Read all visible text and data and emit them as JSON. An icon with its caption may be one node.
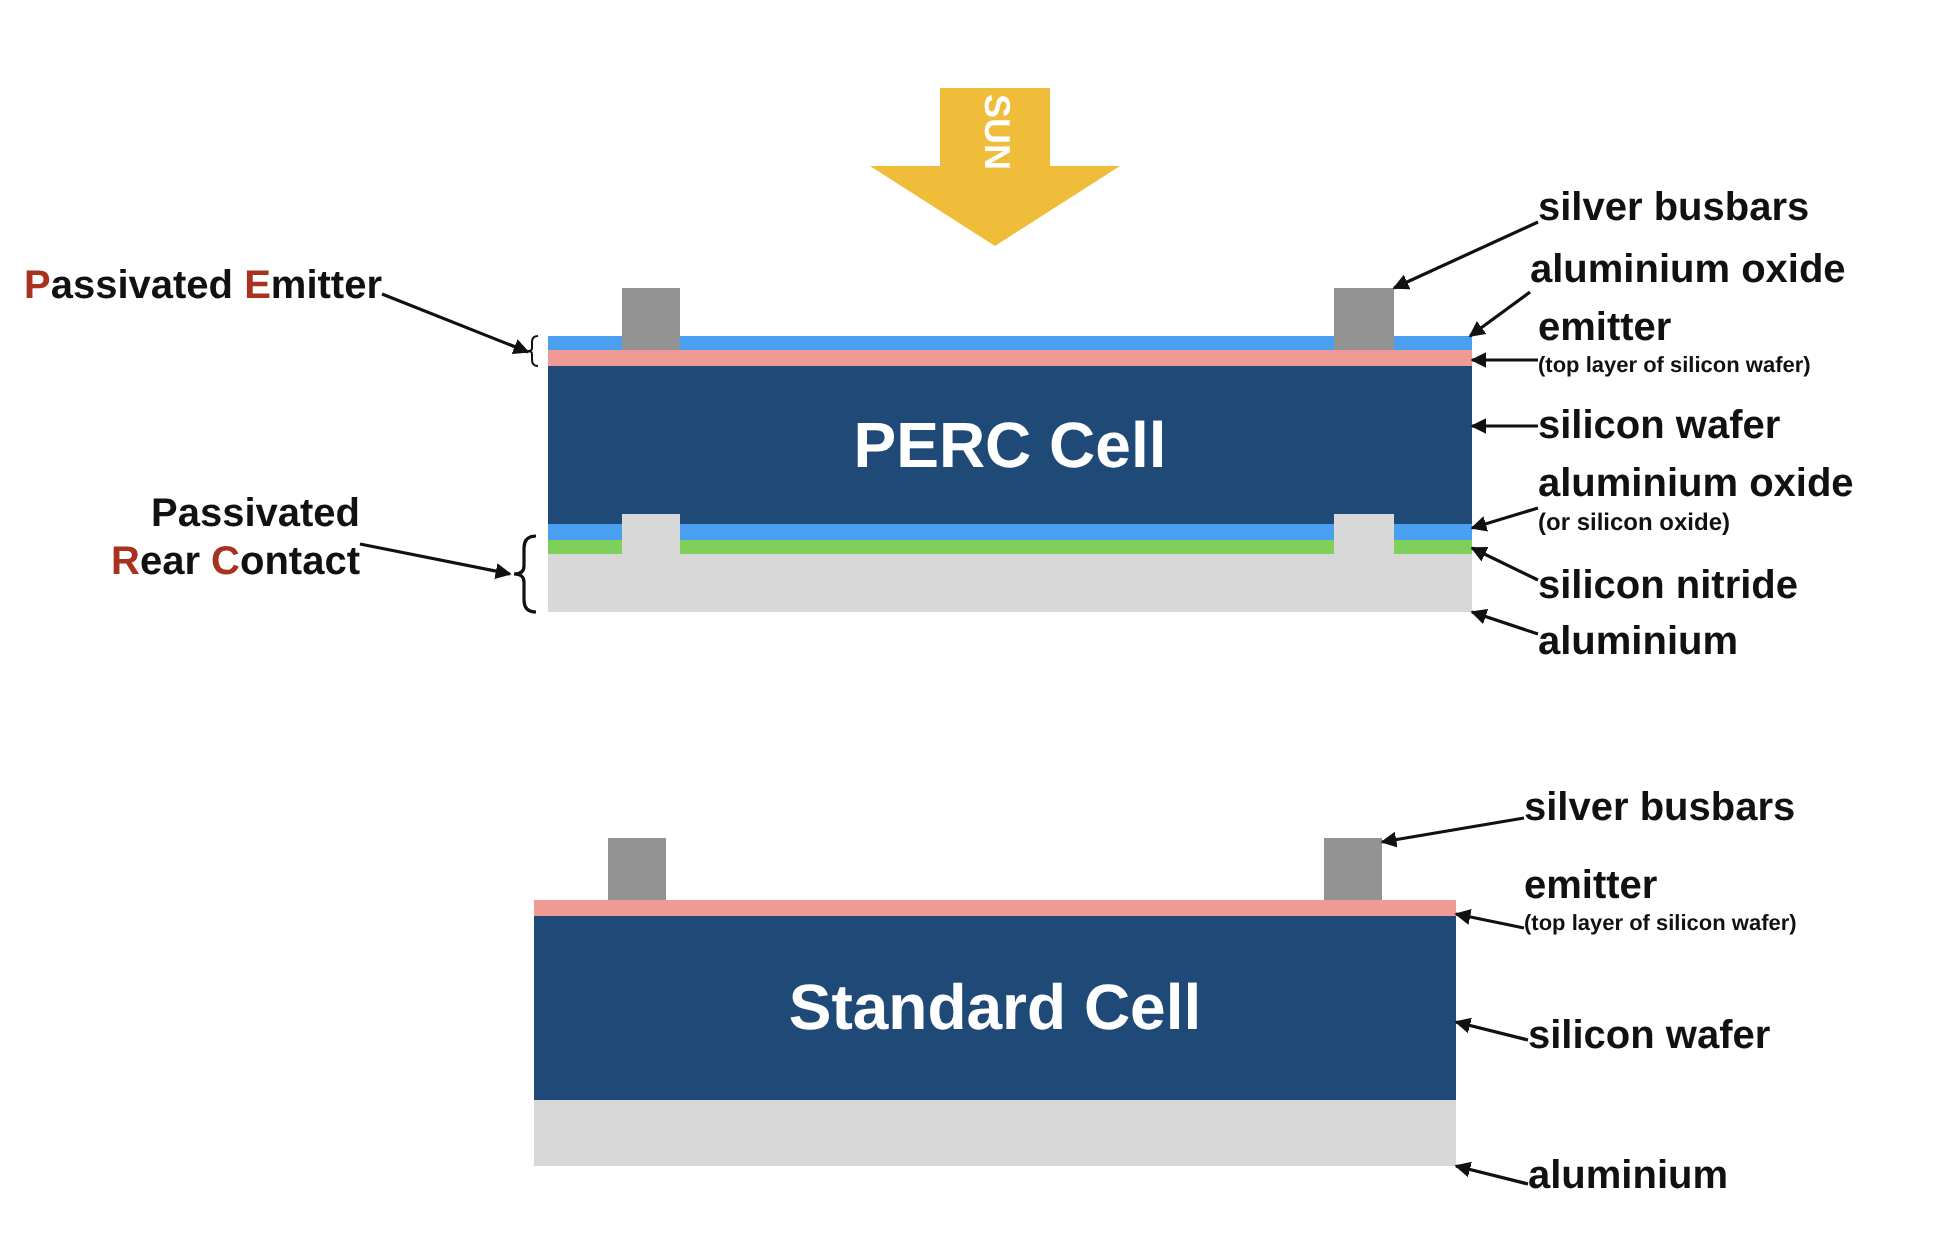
{
  "diagram": {
    "nodes": [
      {
        "text": [
          "SUN"
        ]
      },
      {
        "text": [
          "**P**assivated **E**mitter"
        ]
      },
      {
        "text": [
          "silver busbars"
        ]
      },
      {
        "text": [
          "aluminium oxide"
        ]
      },
      {
        "text": [
          "emitter",
          "(top layer of silicon wafer)"
        ]
      },
      {
        "text": [],
        "shape": "box"
      },
      {
        "text": [],
        "shape": "box"
      },
      {
        "text": [],
        "shape": "bar"
      },
      {
        "text": [],
        "shape": "bar"
      },
      {
        "text": [
          "PERC Cell"
        ]
      },
      {
        "text": [
          "silicon wafer"
        ]
      },
      {
        "text": [
          "Passivated **R**ear **C**ontact"
        ]
      },
      {
        "text": [
          "aluminium oxide",
          "(or silicon oxide)"
        ]
      },
      {
        "text": [],
        "shape": "bar"
      },
      {
        "text": [],
        "shape": "bar"
      },
      {
        "text": [],
        "shape": "bar"
      },
      {
        "text": [
          "silicon nitride"
        ]
      },
      {
        "text": [
          "aluminium"
        ]
      },
      {
        "text": [
          "silver busbars"
        ]
      },
      {
        "text": [],
        "shape": "box"
      },
      {
        "text": [],
        "shape": "box"
      },
      {
        "text": [
          "emitter",
          "(top layer of silicon wafer)"
        ]
      },
      {
        "text": [],
        "shape": "bar"
      },
      {
        "text": [
          "Standard Cell"
        ]
      },
      {
        "text": [
          "silicon wafer"
        ]
      },
      {
        "text": [],
        "shape": "bar"
      },
      {
        "text": [
          "aluminium"
        ]
      },
      {
        "text": [],
        "shape": "bracket"
      },
      {
        "text": [],
        "shape": "bracket"
      }
    ],
    "edges": [
      {
        "from": 2,
        "to": 6,
        "arrow": "to"
      },
      {
        "from": 3,
        "to": 7,
        "arrow": "to"
      },
      {
        "from": 4,
        "to": 8,
        "arrow": "to"
      },
      {
        "from": 10,
        "to": 9,
        "arrow": "to"
      },
      {
        "from": 12,
        "to": 13,
        "arrow": "to"
      },
      {
        "from": 16,
        "to": 14,
        "arrow": "to"
      },
      {
        "from": 17,
        "to": 15,
        "arrow": "to"
      },
      {
        "from": 1,
        "to": 27,
        "arrow": "to"
      },
      {
        "from": 11,
        "to": 28,
        "arrow": "to"
      },
      {
        "from": 18,
        "to": 20,
        "arrow": "to"
      },
      {
        "from": 21,
        "to": 22,
        "arrow": "to"
      },
      {
        "from": 24,
        "to": 23,
        "arrow": "to"
      },
      {
        "from": 26,
        "to": 25,
        "arrow": "to"
      }
    ]
  }
}
